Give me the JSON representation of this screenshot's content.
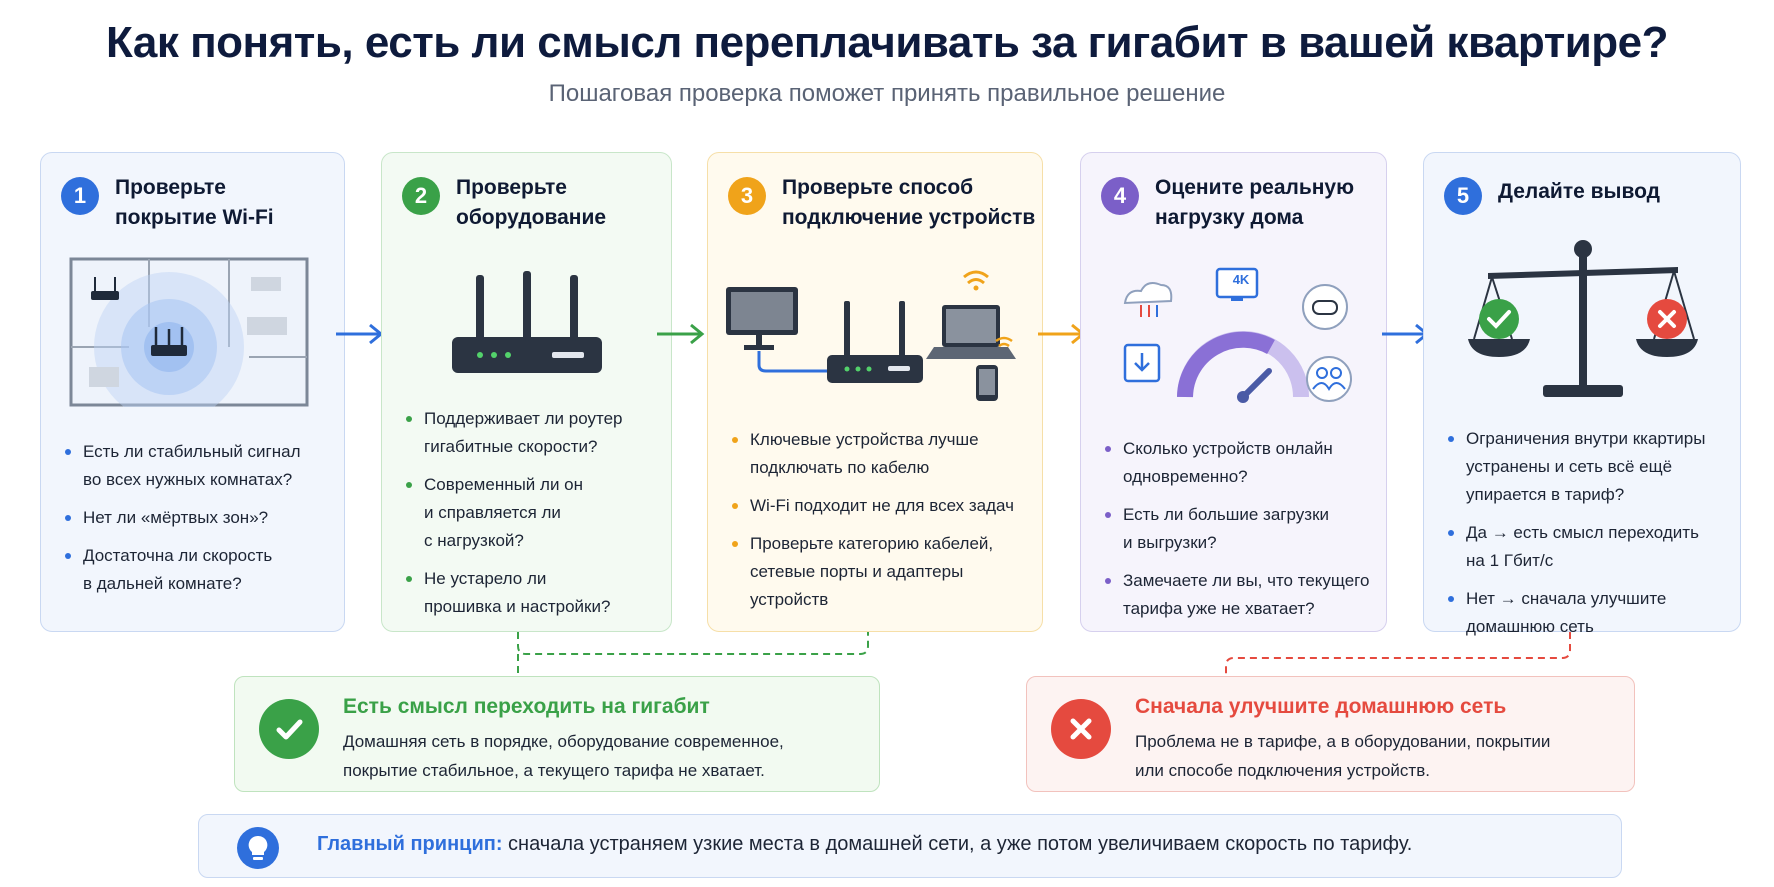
{
  "header": {
    "title": "Как понять, есть ли смысл переплачивать за гигабит в вашей квартире?",
    "subtitle": "Пошаговая проверка поможет принять правильное решение"
  },
  "steps": [
    {
      "number": "1",
      "title_line1": "Проверьте",
      "title_line2": "покрытие Wi-Fi",
      "color": "#2f6fdc",
      "icon": "floorplan-router-coverage",
      "bullets": [
        [
          "Есть ли стабильный сигнал",
          "во всех нужных комнатах?"
        ],
        [
          "Нет ли «мёртвых зон»?"
        ],
        [
          "Достаточна ли скорость",
          "в дальней комнате?"
        ]
      ]
    },
    {
      "number": "2",
      "title_line1": "Проверьте",
      "title_line2": "оборудование",
      "color": "#3aa148",
      "icon": "router-icon",
      "bullets": [
        [
          "Поддерживает ли роутер",
          "гигабитные скорости?"
        ],
        [
          "Современный ли он",
          "и справляется ли",
          "с нагрузкой?"
        ],
        [
          "Не устарело ли",
          "прошивка и настройки?"
        ]
      ]
    },
    {
      "number": "3",
      "title_line1": "Проверьте способ",
      "title_line2": "подключение устройств",
      "color": "#f0a31a",
      "icon": "devices-connection-icon",
      "bullets": [
        [
          "Ключевые устройства лучше",
          "подключать по кабелю"
        ],
        [
          "Wi-Fi подходит не для всех задач"
        ],
        [
          "Проверьте категорию кабелей,",
          "сетевые порты и адаптеры",
          "устройств"
        ]
      ]
    },
    {
      "number": "4",
      "title_line1": "Оцените реальную",
      "title_line2": "нагрузку дома",
      "color": "#7b5fc8",
      "icon": "load-gauge-icon",
      "badge_4k": "4K",
      "bullets": [
        [
          "Сколько устройств онлайн",
          "одновременно?"
        ],
        [
          "Есть ли большие загрузки",
          "и выгрузки?"
        ],
        [
          "Замечаете ли вы, что текущего",
          "тарифа уже не хватает?"
        ]
      ]
    },
    {
      "number": "5",
      "title_line1": "Делайте вывод",
      "title_line2": "",
      "color": "#2f6fdc",
      "icon": "scales-icon",
      "bullets": [
        [
          "Ограничения внутри ккартиры",
          "устранены и сеть всё ещё",
          "упирается в тариф?"
        ],
        [
          "Да → есть смысл переходить",
          "на 1 Гбит/с"
        ],
        [
          "Нет → сначала улучшите",
          "домашнюю сеть"
        ]
      ]
    }
  ],
  "outcomes": {
    "good": {
      "title": "Есть смысл переходить на гигабит",
      "line1": "Домашняя сеть в порядке, оборудование современное,",
      "line2": "покрытие стабильное, а текущего тарифа не хватает.",
      "color": "#3aa148"
    },
    "bad": {
      "title": "Сначала улучшите домашнюю сеть",
      "line1": "Проблема не в тарифе, а в оборудовании, покрытии",
      "line2": "или способе подключения устройств.",
      "color": "#e54a3f"
    }
  },
  "principle": {
    "label": "Главный принцип:",
    "text": " сначала устраняем узкие места в домашней сети, а уже потом увеличиваем скорость по тарифу."
  }
}
